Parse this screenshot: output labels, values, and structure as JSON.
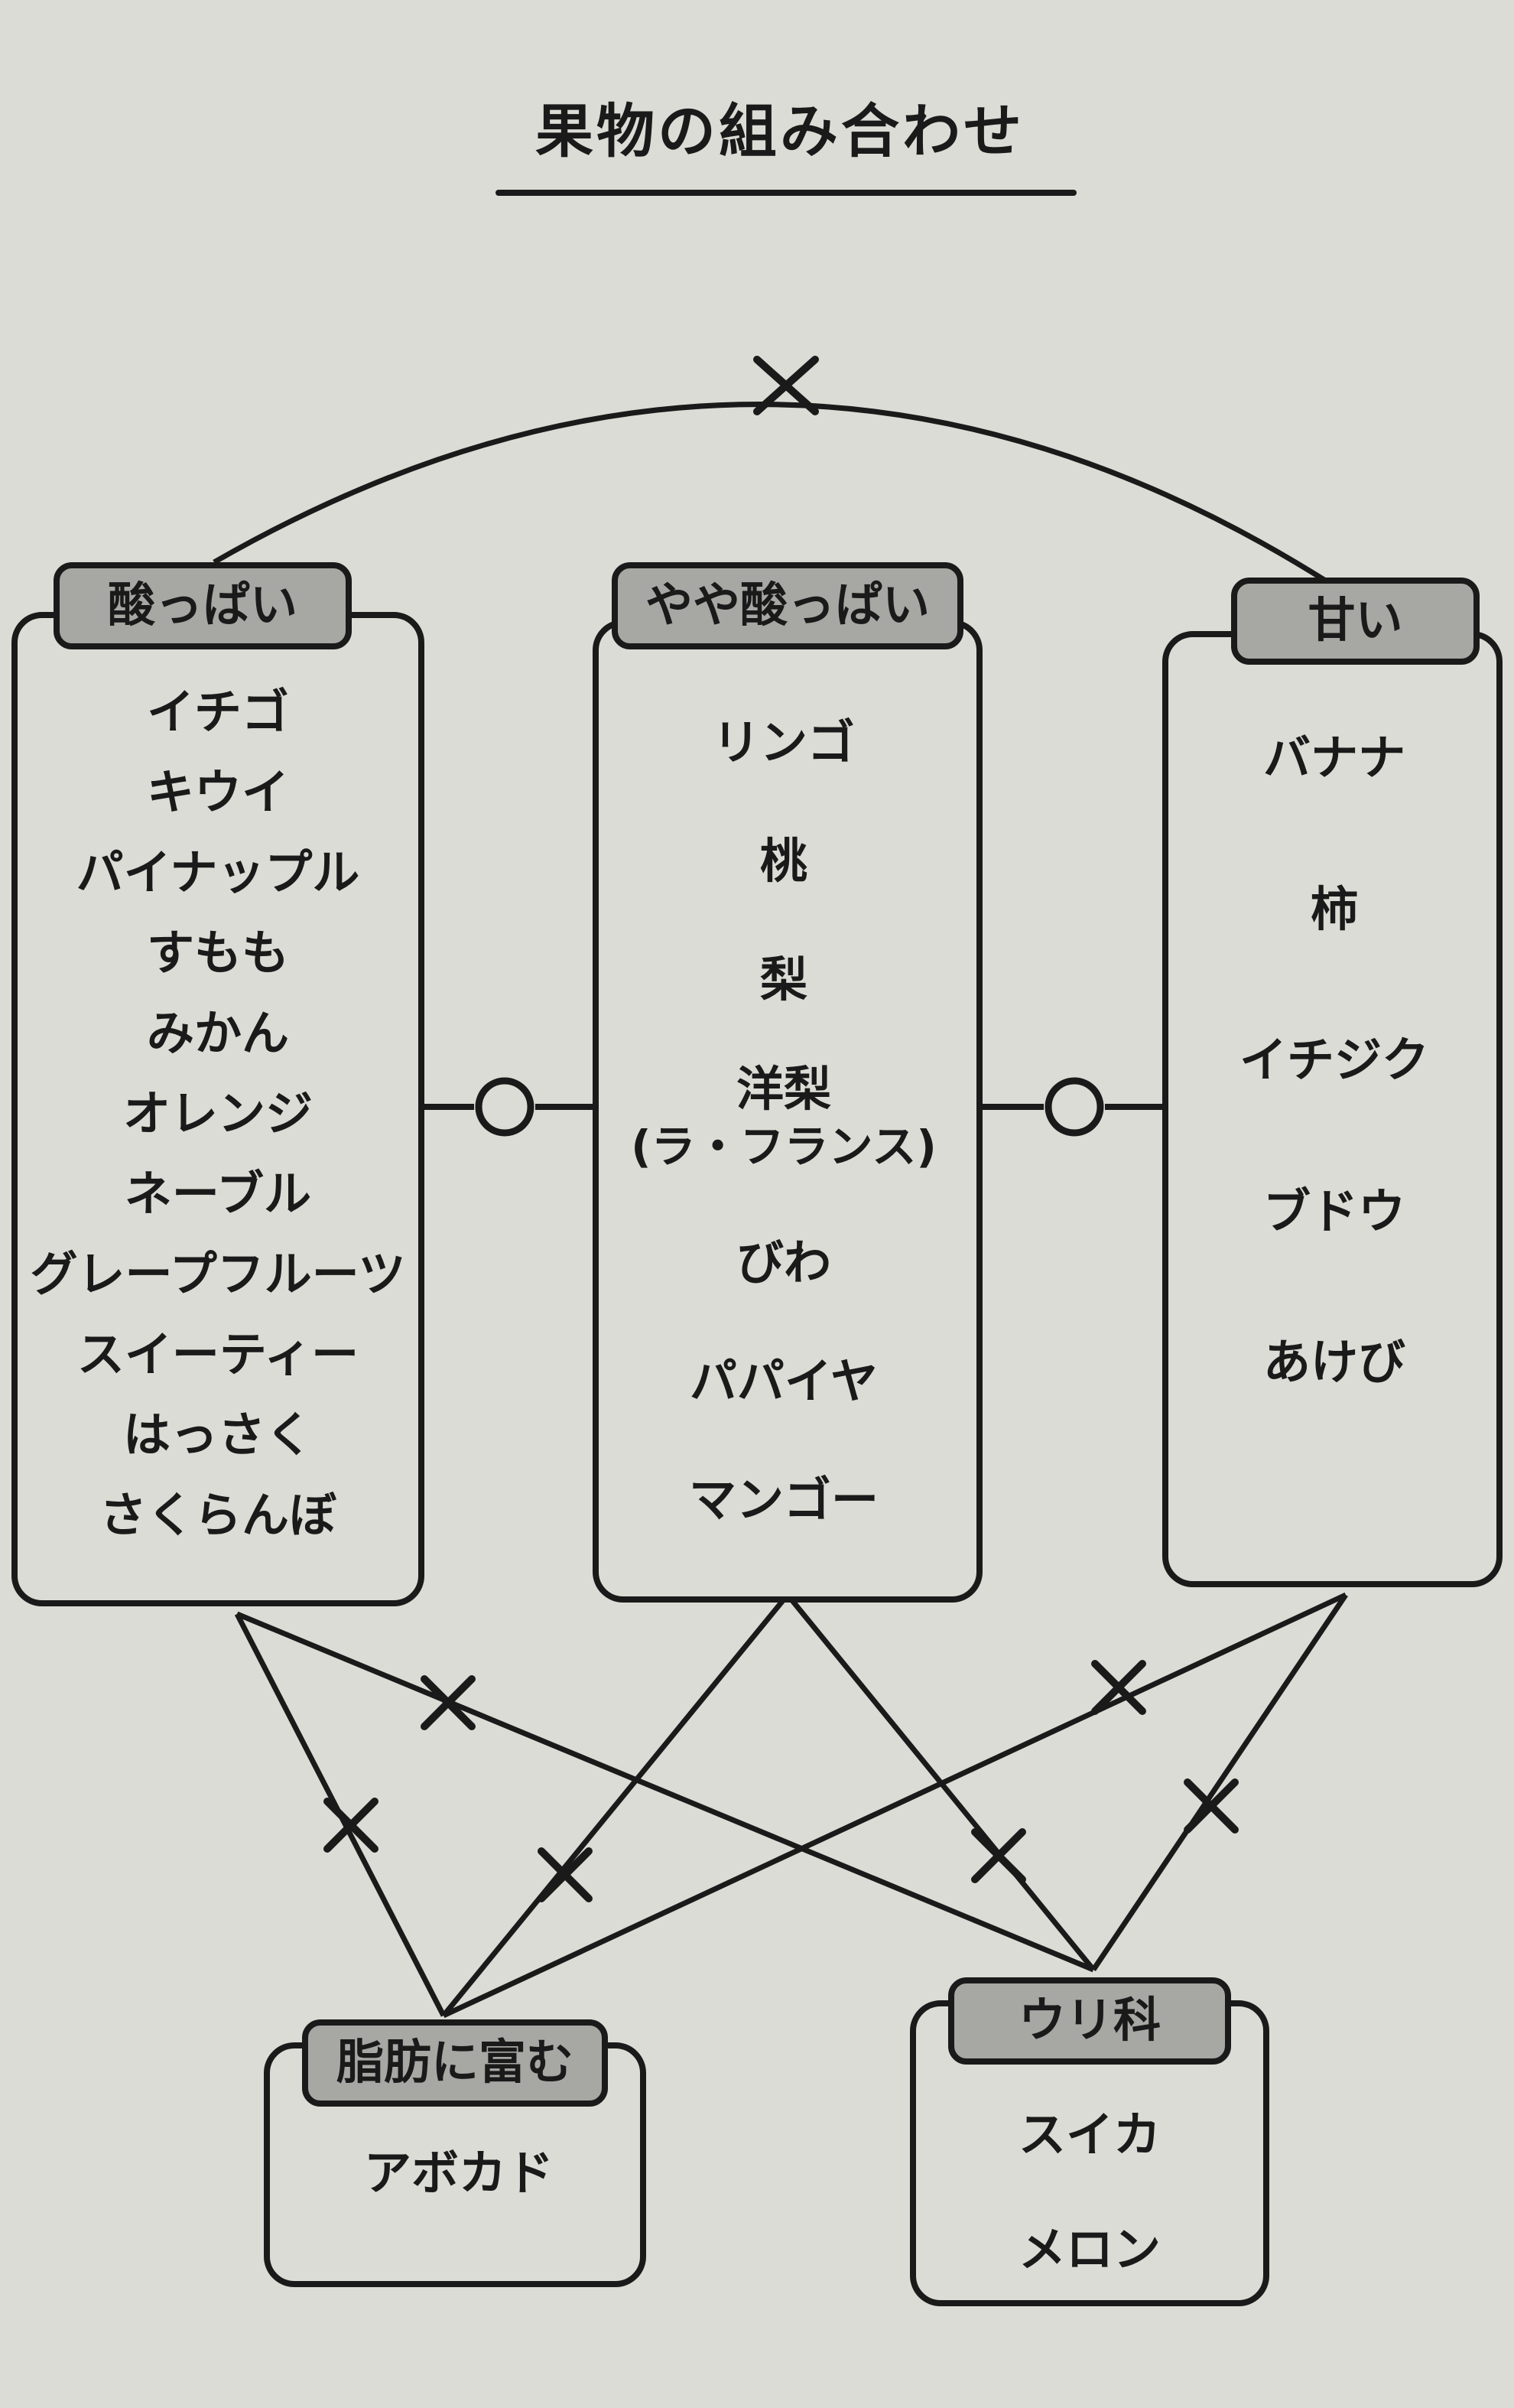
{
  "title": "果物の組み合わせ",
  "symbols": {
    "ok": "○",
    "ng": "×"
  },
  "groups": {
    "sour": {
      "label": "酸っぱい",
      "items": [
        "イチゴ",
        "キウイ",
        "パイナップル",
        "すもも",
        "みかん",
        "オレンジ",
        "ネーブル",
        "グレープフルーツ",
        "スイーティー",
        "はっさく",
        "さくらんぼ"
      ]
    },
    "slightly_sour": {
      "label": "やや酸っぱい",
      "items": [
        "リンゴ",
        "桃",
        "梨",
        "洋梨",
        "(ラ・フランス)",
        "びわ",
        "パパイヤ",
        "マンゴー"
      ]
    },
    "sweet": {
      "label": "甘い",
      "items": [
        "バナナ",
        "柿",
        "イチジク",
        "ブドウ",
        "あけび"
      ]
    },
    "fatty": {
      "label": "脂肪に富む",
      "items": [
        "アボカド"
      ]
    },
    "gourd": {
      "label": "ウリ科",
      "items": [
        "スイカ",
        "メロン"
      ]
    }
  }
}
